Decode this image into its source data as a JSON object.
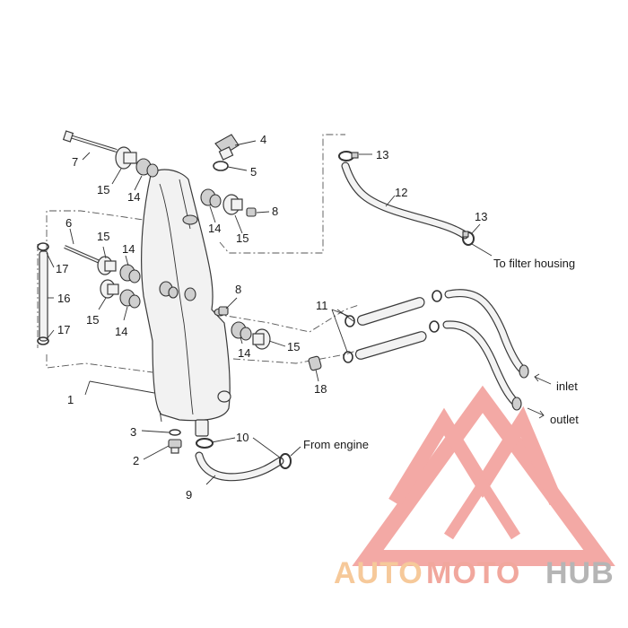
{
  "callouts": {
    "c1": "1",
    "c2": "2",
    "c3": "3",
    "c4": "4",
    "c5": "5",
    "c6": "6",
    "c7": "7",
    "c8a": "8",
    "c8b": "8",
    "c9": "9",
    "c10": "10",
    "c11": "11",
    "c12": "12",
    "c13a": "13",
    "c13b": "13",
    "c14a": "14",
    "c14b": "14",
    "c14c": "14",
    "c14d": "14",
    "c14e": "14",
    "c15a": "15",
    "c15b": "15",
    "c15c": "15",
    "c15d": "15",
    "c15e": "15",
    "c16": "16",
    "c17a": "17",
    "c17b": "17",
    "c18": "18"
  },
  "notes": {
    "filter": "To filter housing",
    "inlet": "inlet",
    "outlet": "outlet",
    "engine": "From engine"
  },
  "watermark": {
    "auto": "AUTO",
    "moto": "MOTO",
    "hub": "HUB",
    "auto_color": "#f6c99a",
    "moto_color": "#f1a79d",
    "hub_color": "#b5b5b5",
    "logo_color": "#f29b96"
  }
}
